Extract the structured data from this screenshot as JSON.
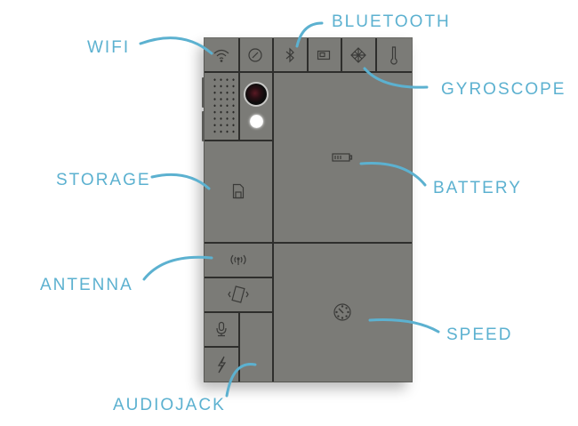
{
  "diagram": {
    "subject": "modular-phone",
    "colors": {
      "label": "#5cb1d0",
      "phone_body": "#7b7b77",
      "divider": "#2e2e2c"
    },
    "labels": {
      "wifi": "WIFI",
      "bluetooth": "BLUETOOTH",
      "gyroscope": "GYROSCOPE",
      "storage": "STORAGE",
      "battery": "BATTERY",
      "antenna": "ANTENNA",
      "speed": "SPEED",
      "audiojack": "AUDIOJACK"
    },
    "modules": [
      {
        "name": "wifi",
        "icon": "wifi-icon"
      },
      {
        "name": "compass",
        "icon": "compass-icon"
      },
      {
        "name": "bluetooth",
        "icon": "bluetooth-icon"
      },
      {
        "name": "sim",
        "icon": "sim-icon"
      },
      {
        "name": "gyroscope",
        "icon": "gyroscope-icon"
      },
      {
        "name": "thermometer",
        "icon": "thermometer-icon"
      },
      {
        "name": "speaker",
        "icon": "speaker-grille-icon"
      },
      {
        "name": "camera",
        "icon": "camera-icon"
      },
      {
        "name": "storage",
        "icon": "sd-card-icon"
      },
      {
        "name": "battery",
        "icon": "battery-icon"
      },
      {
        "name": "antenna",
        "icon": "antenna-icon"
      },
      {
        "name": "vibration",
        "icon": "vibrate-icon"
      },
      {
        "name": "microphone",
        "icon": "microphone-icon"
      },
      {
        "name": "charger",
        "icon": "lightning-icon"
      },
      {
        "name": "audiojack",
        "icon": "audiojack-module"
      },
      {
        "name": "speed",
        "icon": "speedometer-icon"
      }
    ]
  }
}
